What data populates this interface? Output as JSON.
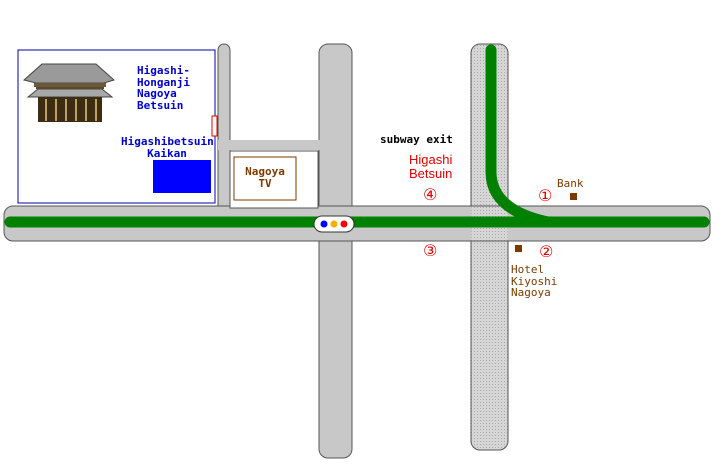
{
  "temple": {
    "name_lines": [
      "Higashi-",
      "Honganji",
      "Nagoya",
      "Betsuin"
    ]
  },
  "kaikan": {
    "name_lines": [
      "Higashibetsuin",
      "Kaikan"
    ]
  },
  "nagoya_tv": {
    "name_lines": [
      "Nagoya",
      "TV"
    ]
  },
  "subway": {
    "exit_label": "subway exit",
    "station_lines": [
      "Higashi",
      "Betsuin"
    ],
    "exits": [
      "①",
      "②",
      "③",
      "④"
    ]
  },
  "bank": {
    "label": "Bank"
  },
  "hotel": {
    "name_lines": [
      "Hotel",
      "Kiyoshi",
      "Nagoya"
    ]
  },
  "colors": {
    "road": "#c8c8c8",
    "road_outline": "#555555",
    "subway_line": "#008000",
    "area_box_border": "#0000aa",
    "kaikan_fill": "#0000ff",
    "tv_border": "#7a3b00",
    "marker": "#7a3b00",
    "text_red": "#e00000",
    "text_blue": "#0000cc"
  },
  "icons": {
    "temple": "temple-building-icon",
    "traffic_signal": "traffic-light-icon",
    "bank_marker": "square-marker-icon",
    "hotel_marker": "square-marker-icon"
  }
}
